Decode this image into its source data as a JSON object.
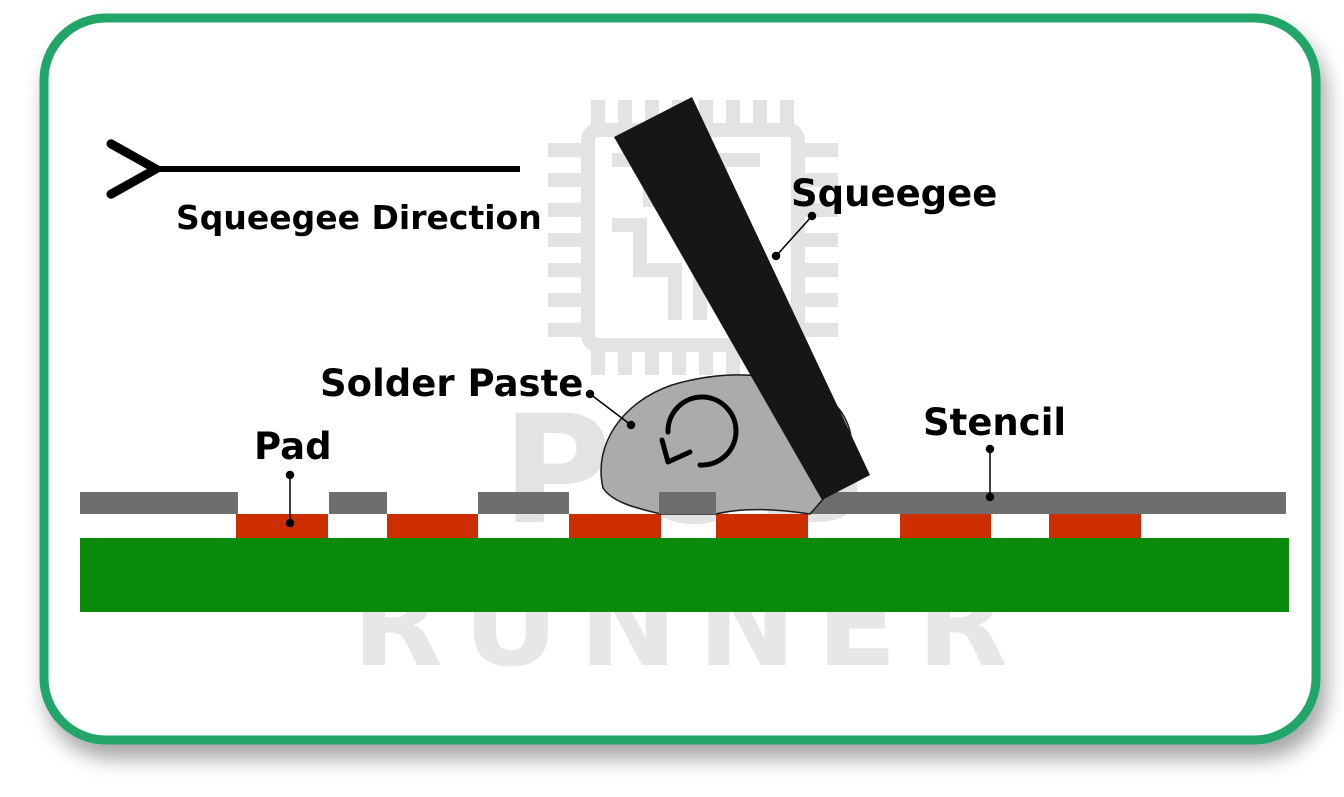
{
  "labels": {
    "squeegee_direction": "Squeegee Direction",
    "squeegee": "Squeegee",
    "solder_paste": "Solder Paste",
    "stencil": "Stencil",
    "pad": "Pad"
  },
  "watermark": {
    "line1": "PCB",
    "line2": "RUNNER"
  },
  "colors": {
    "frame_border": "#22a567",
    "board": "#0a8a0a",
    "pad": "#cc2e00",
    "stencil": "#6e6e6e",
    "squeegee": "#161616",
    "solder_paste": "#ababab",
    "watermark": "#e3e3e3"
  }
}
